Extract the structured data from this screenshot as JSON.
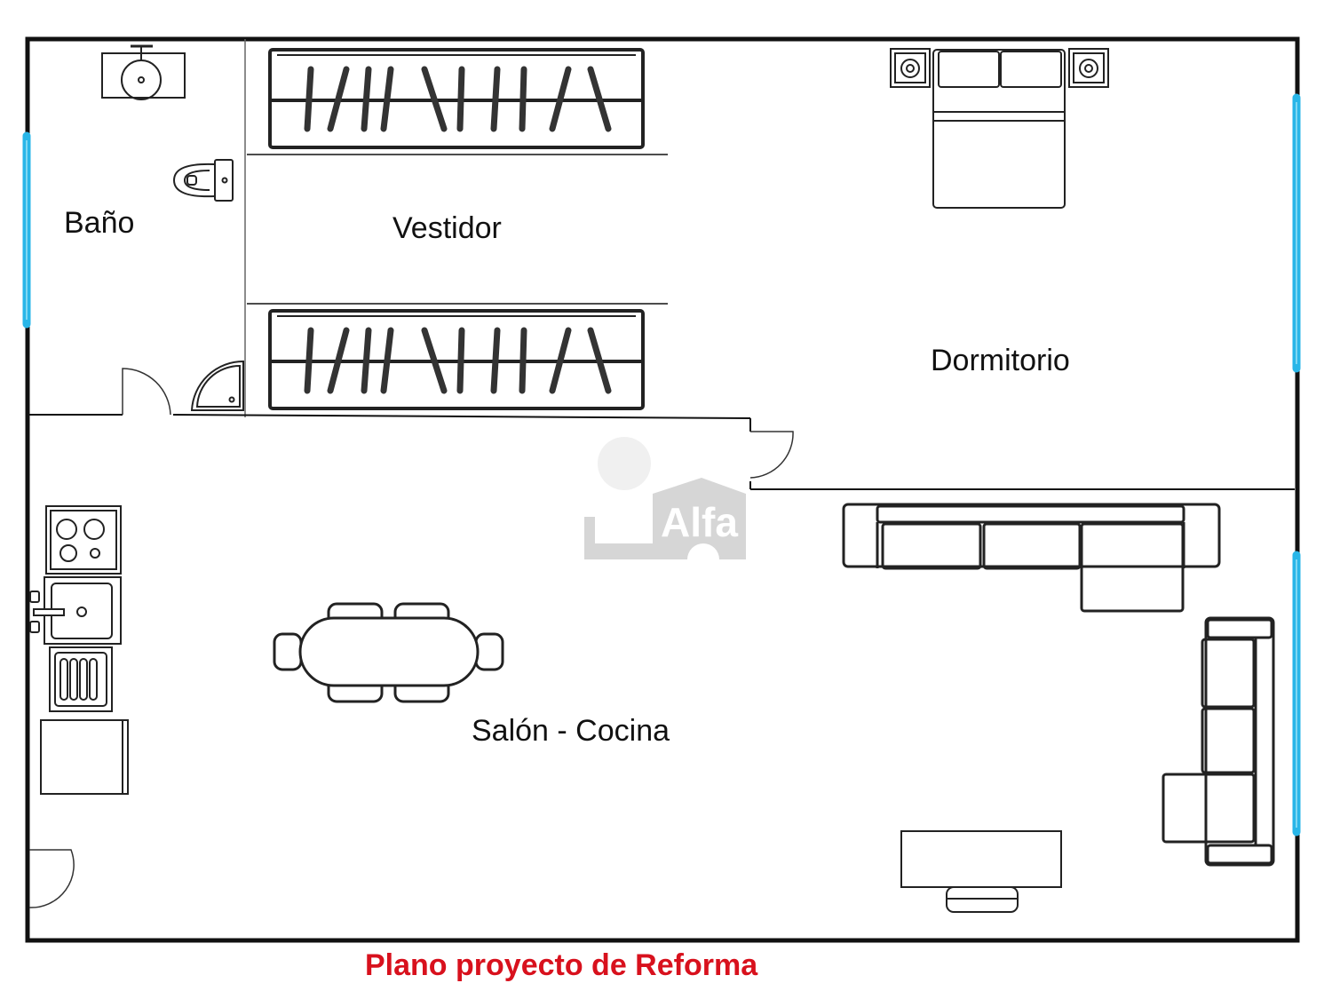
{
  "rooms": {
    "bano": "Baño",
    "vestidor": "Vestidor",
    "dormitorio": "Dormitorio",
    "salon_cocina": "Salón - Cocina"
  },
  "caption": "Plano proyecto de Reforma",
  "watermark": "Alfa",
  "colors": {
    "wall": "#111111",
    "window": "#29b6e8",
    "caption": "#d8111d",
    "watermark": "#d6d6d6"
  }
}
